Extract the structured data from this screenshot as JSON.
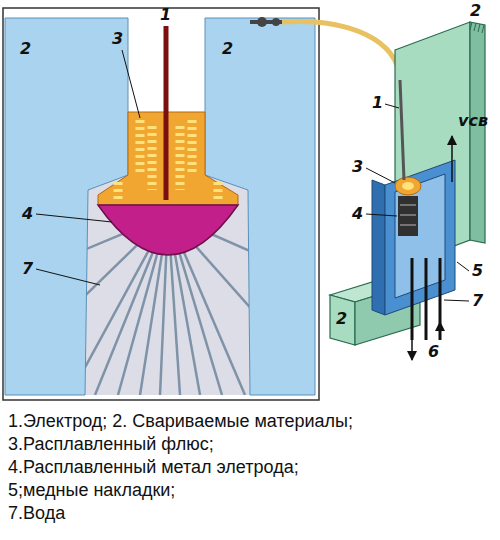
{
  "diagram": {
    "labels": [
      "2",
      "3",
      "1",
      "2",
      "4",
      "7",
      "2",
      "1",
      "3",
      "4",
      "vсв",
      "2",
      "5",
      "7",
      "6",
      "1.Электрод; 2. Свариваемые материалы;",
      "3.Расплавленный флюс;",
      "4.Расплавленный метал элетрода;",
      "5;медные накладки;",
      "7.Вода"
    ]
  }
}
